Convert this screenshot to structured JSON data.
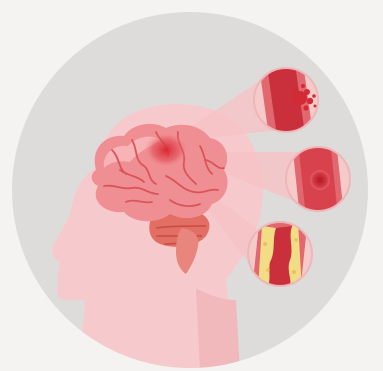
{
  "illustration": {
    "subject": "head-with-brain-and-vessel-magnifiers",
    "colors": {
      "page_background": "#f4f3f2",
      "circle_background": "#dedcda",
      "head_silhouette": "#f6c9cc",
      "brain_main": "#f08f93",
      "brain_light": "#f7b3b5",
      "brain_fold_line": "#d9555c",
      "cerebellum": "#e36e63",
      "brainstem": "#e8857c",
      "hotspot": "#d8232f",
      "beam": "#f6c3c5",
      "vessel_wall": "#e0686e",
      "vessel_lumen": "#c9303b",
      "lens_background": "#f7caca",
      "plaque": "#f3dc86",
      "clot": "#b51622"
    },
    "magnifiers": [
      {
        "condition": "ruptured-vessel-hemorrhage"
      },
      {
        "condition": "vessel-clot-occlusion"
      },
      {
        "condition": "plaque-narrowed-artery"
      }
    ]
  }
}
